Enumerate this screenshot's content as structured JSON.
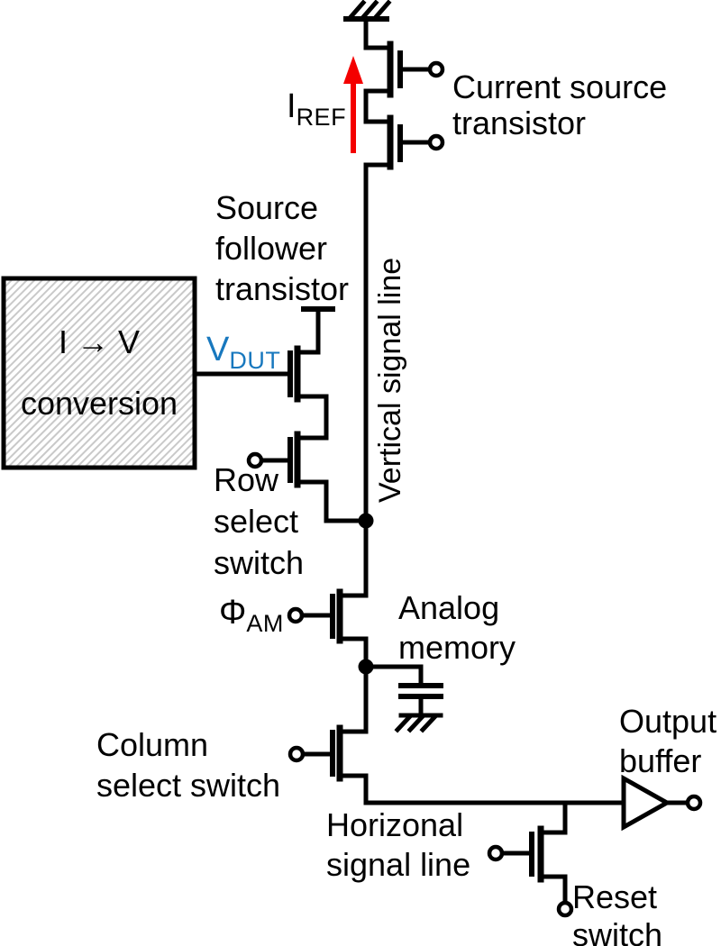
{
  "diagram": {
    "type": "circuit-schematic",
    "colors": {
      "wire": "#000000",
      "iref_arrow_red": "#f40000",
      "vdut_blue": "#1878be",
      "box_hatch_gray": "#c9c9c9",
      "background": "#ffffff"
    },
    "labels": {
      "current_source": "Current source\ntransistor",
      "source_follower": "Source\nfollower\ntransistor",
      "row_select": "Row\nselect\nswitch",
      "analog_memory": "Analog\nmemory",
      "column_select": "Column\nselect switch",
      "horizontal_line": "Horizonal\nsignal line",
      "vertical_line": "Vertical signal line",
      "output_buffer": "Output\nbuffer",
      "reset_switch": "Reset\nswitch",
      "conversion_box": {
        "line1": "I → V",
        "line2": "conversion"
      },
      "v_dut": {
        "base": "V",
        "sub": "DUT"
      },
      "i_ref": {
        "base": "I",
        "sub": "REF"
      },
      "phi_am": {
        "base": "Φ",
        "sub": "AM"
      }
    },
    "components": [
      "power-rail",
      "current-source-transistor-upper",
      "current-source-transistor-lower",
      "iref-current-arrow",
      "vertical-signal-line",
      "iv-conversion-block",
      "source-follower-transistor",
      "row-select-switch",
      "analog-memory-switch",
      "storage-capacitor",
      "ground",
      "column-select-switch",
      "horizontal-signal-line",
      "output-buffer-amplifier",
      "reset-switch"
    ]
  }
}
